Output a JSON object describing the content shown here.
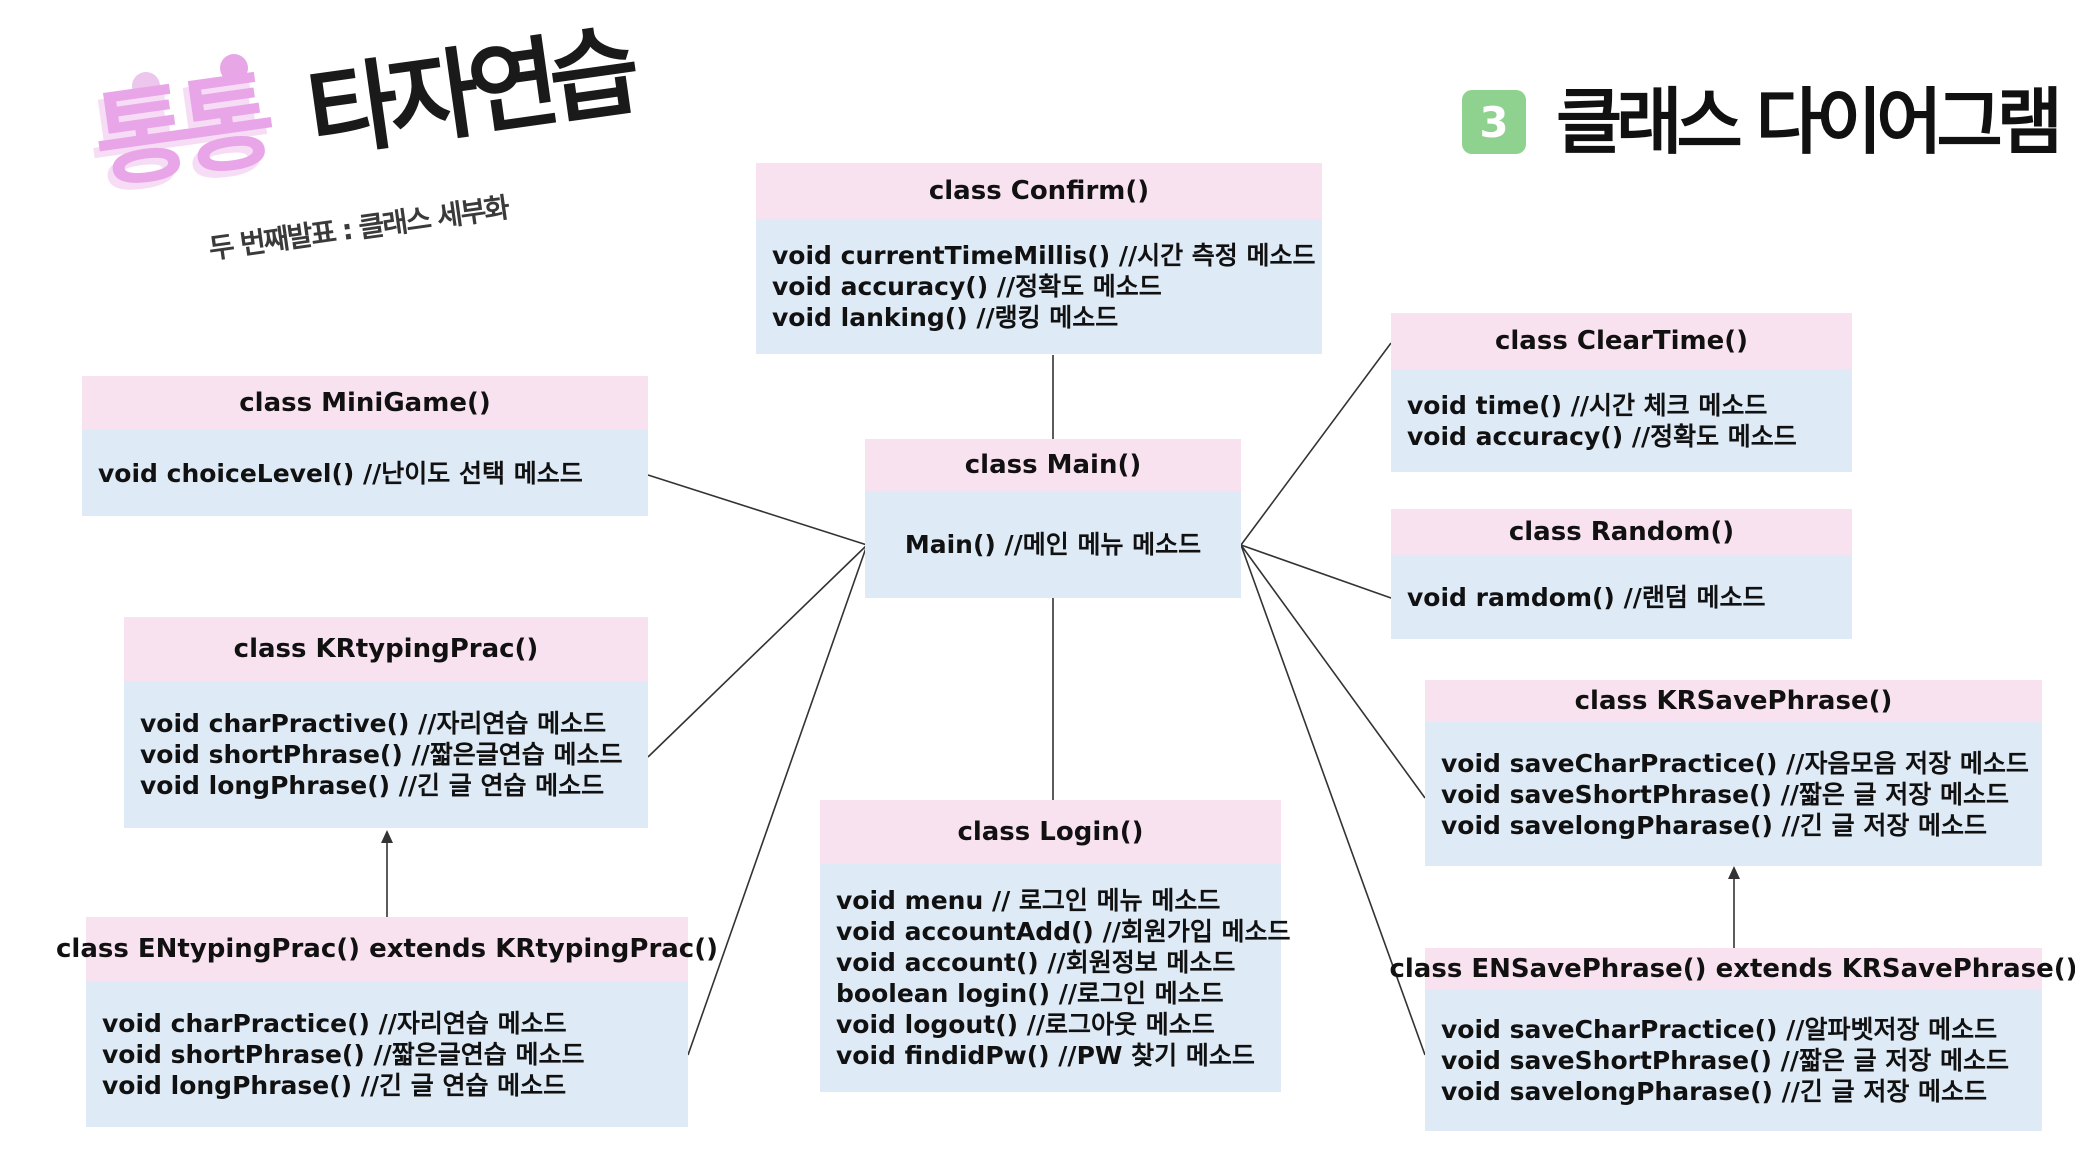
{
  "logo": {
    "brand_pink": "통통",
    "brand_black": "타자연습",
    "subtitle": "두 번째발표 : 클래스 세부화"
  },
  "heading": {
    "number": "3",
    "title": "클래스 다이어그램"
  },
  "colors": {
    "header_pink": "#f9e2ef",
    "body_blue": "#deeaf5",
    "badge_green": "#8fd28f",
    "logo_pink": "#e8a6e8"
  },
  "classes": {
    "confirm": {
      "name": "class Confirm()",
      "methods": [
        "void currentTimeMillis() //시간 측정 메소드",
        "void accuracy() //정확도 메소드",
        "void lanking() //랭킹 메소드"
      ]
    },
    "cleartime": {
      "name": "class ClearTime()",
      "methods": [
        "void time() //시간 체크 메소드",
        "void accuracy() //정확도 메소드"
      ]
    },
    "minigame": {
      "name": "class MiniGame()",
      "methods": [
        "void choiceLevel() //난이도 선택 메소드"
      ]
    },
    "main": {
      "name": "class Main()",
      "methods": [
        "Main() //메인 메뉴 메소드"
      ]
    },
    "random": {
      "name": "class Random()",
      "methods": [
        "void ramdom() //랜덤 메소드"
      ]
    },
    "krtyping": {
      "name": "class KRtypingPrac()",
      "methods": [
        "void charPractive() //자리연습 메소드",
        "void shortPhrase() //짧은글연습 메소드",
        "void longPhrase() //긴 글 연습 메소드"
      ]
    },
    "krsave": {
      "name": "class KRSavePhrase()",
      "methods": [
        "void saveCharPractice() //자음모음 저장 메소드",
        "void saveShortPhrase() //짧은 글 저장 메소드",
        "void savelongPharase() //긴 글 저장 메소드"
      ]
    },
    "login": {
      "name": "class Login()",
      "methods": [
        "void menu // 로그인 메뉴 메소드",
        "void accountAdd() //회원가입 메소드",
        "void account() //회원정보 메소드",
        "boolean login() //로그인 메소드",
        "void logout() //로그아웃 메소드",
        "void findidPw() //PW 찾기 메소드"
      ]
    },
    "entyping": {
      "name": "class ENtypingPrac() extends KRtypingPrac()",
      "methods": [
        "void charPractice() //자리연습 메소드",
        "void shortPhrase() //짧은글연습 메소드",
        "void longPhrase() //긴 글 연습 메소드"
      ]
    },
    "ensave": {
      "name": "class ENSavePhrase() extends KRSavePhrase()",
      "methods": [
        "void saveCharPractice() //알파벳저장 메소드",
        "void saveShortPhrase() //짧은 글 저장 메소드",
        "void savelongPharase() //긴 글 저장 메소드"
      ]
    }
  }
}
